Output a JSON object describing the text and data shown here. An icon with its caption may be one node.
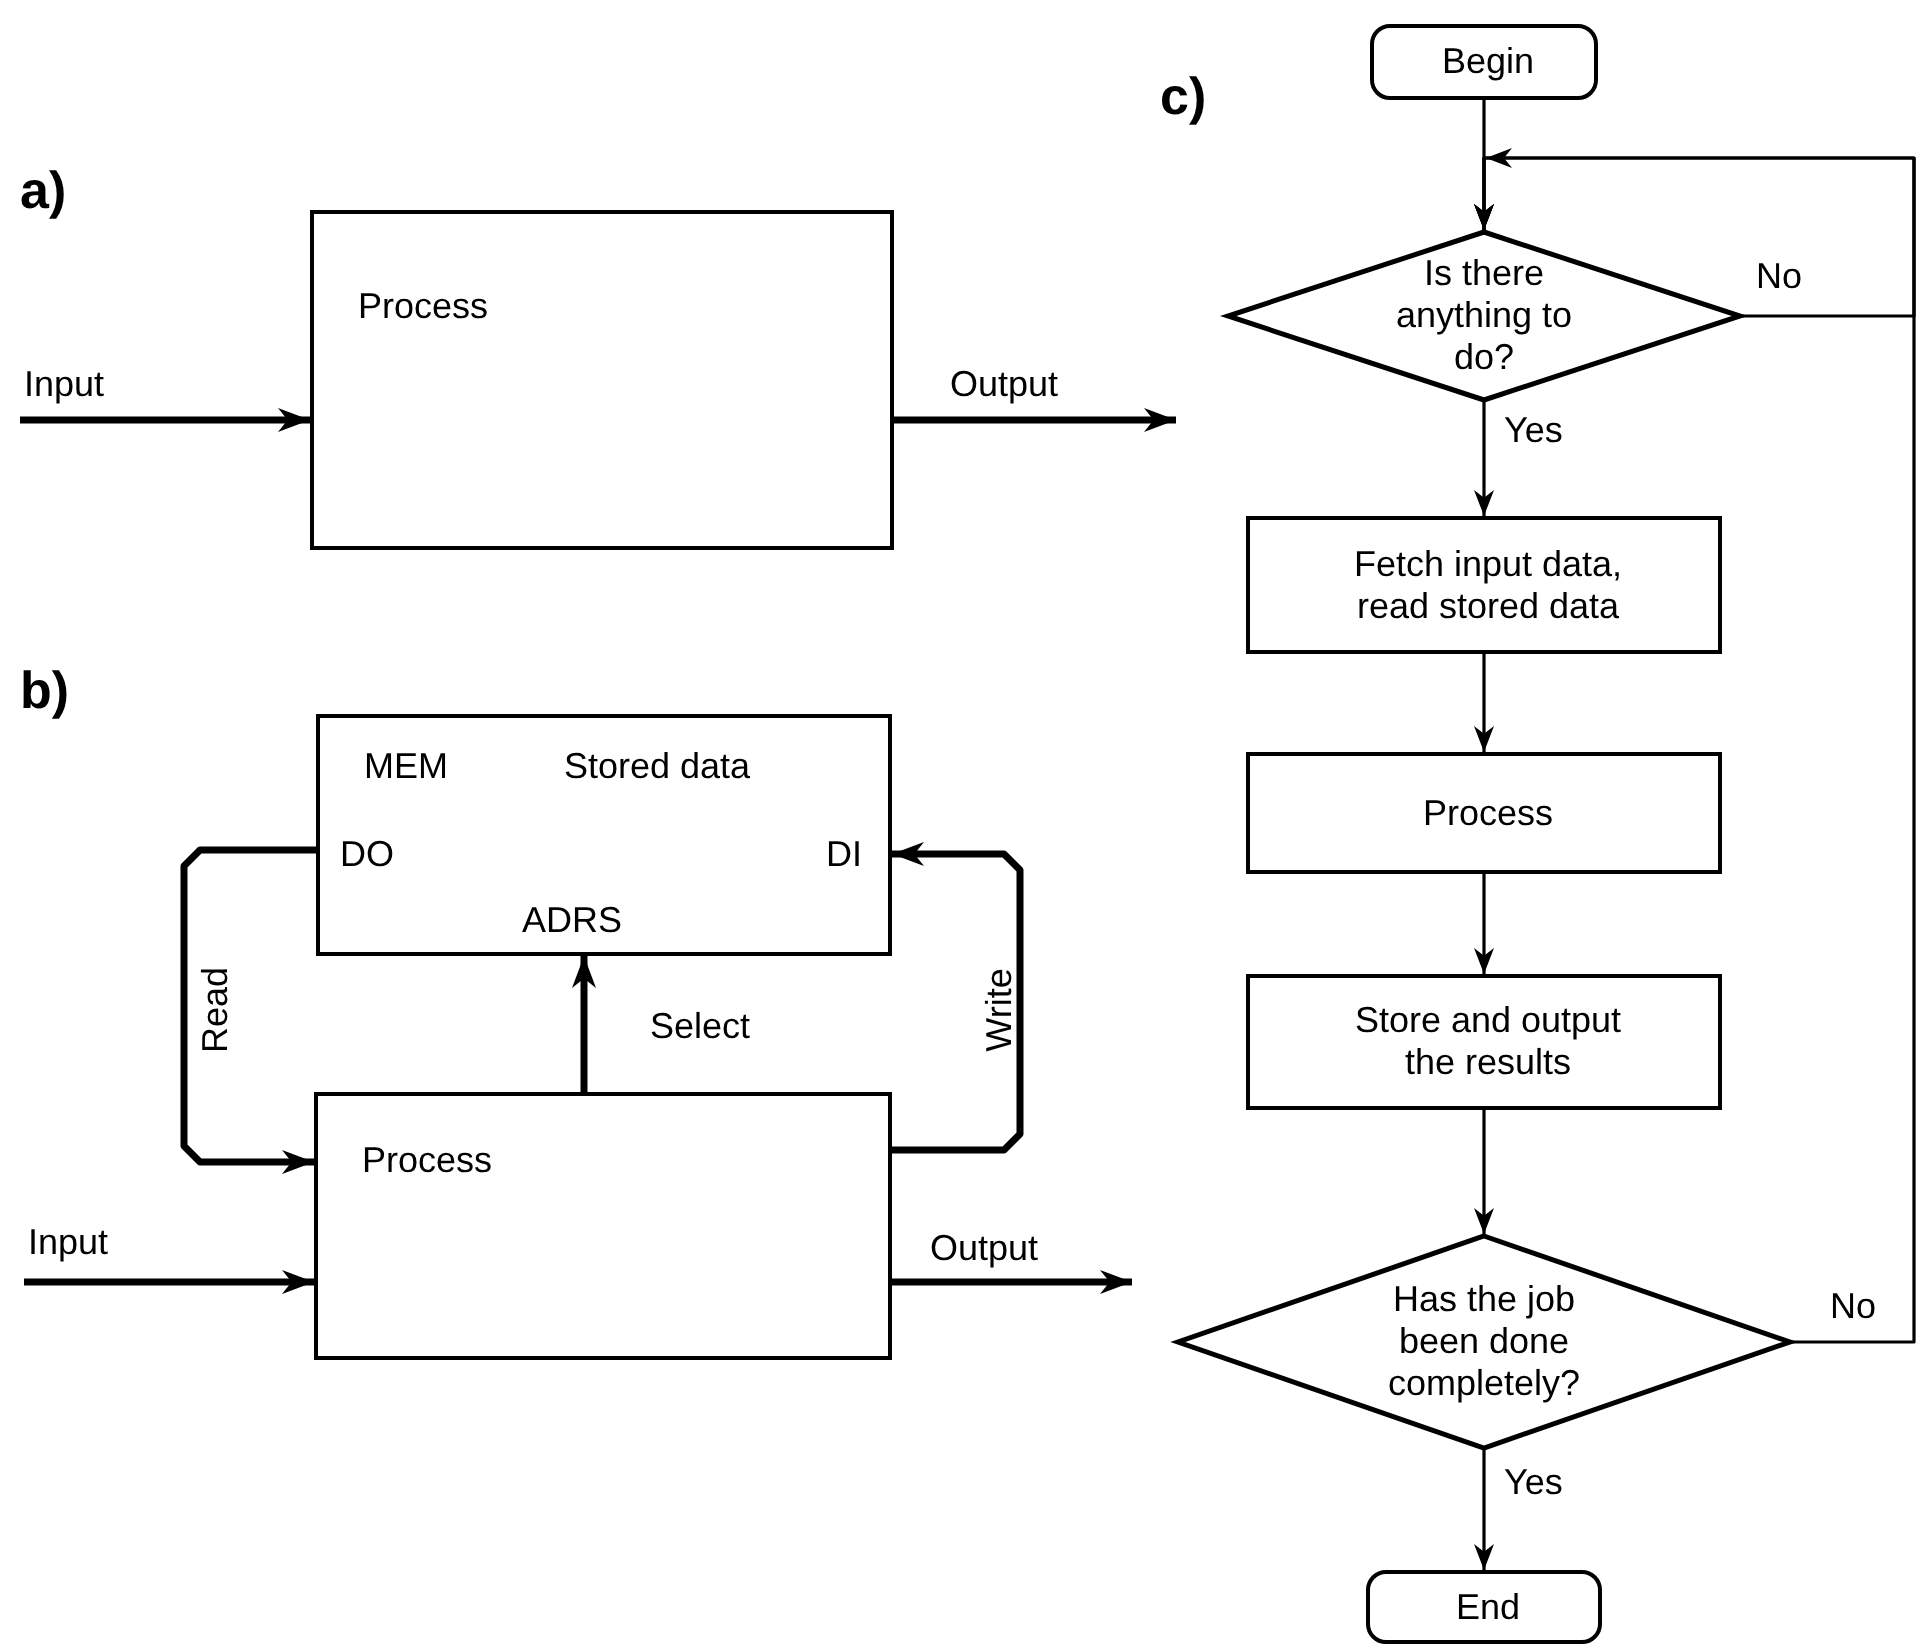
{
  "diagram": {
    "nodes": [
      {
        "text": [
          "Process"
        ]
      },
      {
        "text": [
          "MEM",
          "Stored data",
          "DO",
          "DI",
          "ADRS"
        ]
      },
      {
        "text": [
          "Process"
        ]
      },
      {
        "text": [
          "Begin"
        ]
      },
      {
        "text": [
          "Is there anything to do?"
        ]
      },
      {
        "text": [
          "Fetch input data, read stored data"
        ]
      },
      {
        "text": [
          "Process"
        ]
      },
      {
        "text": [
          "Store and output the results"
        ]
      },
      {
        "text": [
          "Has the job been done completely?"
        ]
      },
      {
        "text": [
          "End"
        ]
      }
    ],
    "edges": [
      {
        "from": null,
        "to": 0,
        "arrow": "to",
        "label": "Input",
        "style": "thick"
      },
      {
        "from": 0,
        "to": null,
        "arrow": "to",
        "label": "Output",
        "style": "thick"
      },
      {
        "from": 1,
        "to": 2,
        "arrow": "to",
        "label": "Read",
        "style": "thick"
      },
      {
        "from": 2,
        "to": 1,
        "arrow": "to",
        "label": "Select",
        "style": "thick"
      },
      {
        "from": 2,
        "to": 1,
        "arrow": "to",
        "label": "Write",
        "style": "thick"
      },
      {
        "from": null,
        "to": 2,
        "arrow": "to",
        "label": "Input",
        "style": "thick"
      },
      {
        "from": 2,
        "to": null,
        "arrow": "to",
        "label": "Output",
        "style": "thick"
      },
      {
        "from": 3,
        "to": 4,
        "arrow": "to"
      },
      {
        "from": 4,
        "to": 5,
        "arrow": "to",
        "label": "Yes"
      },
      {
        "from": 4,
        "to": 4,
        "arrow": "to",
        "label": "No"
      },
      {
        "from": 5,
        "to": 6,
        "arrow": "to"
      },
      {
        "from": 6,
        "to": 7,
        "arrow": "to"
      },
      {
        "from": 7,
        "to": 8,
        "arrow": "to"
      },
      {
        "from": 8,
        "to": 9,
        "arrow": "to",
        "label": "Yes"
      },
      {
        "from": 8,
        "to": 4,
        "arrow": "to",
        "label": "No"
      }
    ],
    "labels": [
      "a)",
      "b)",
      "c)"
    ]
  }
}
